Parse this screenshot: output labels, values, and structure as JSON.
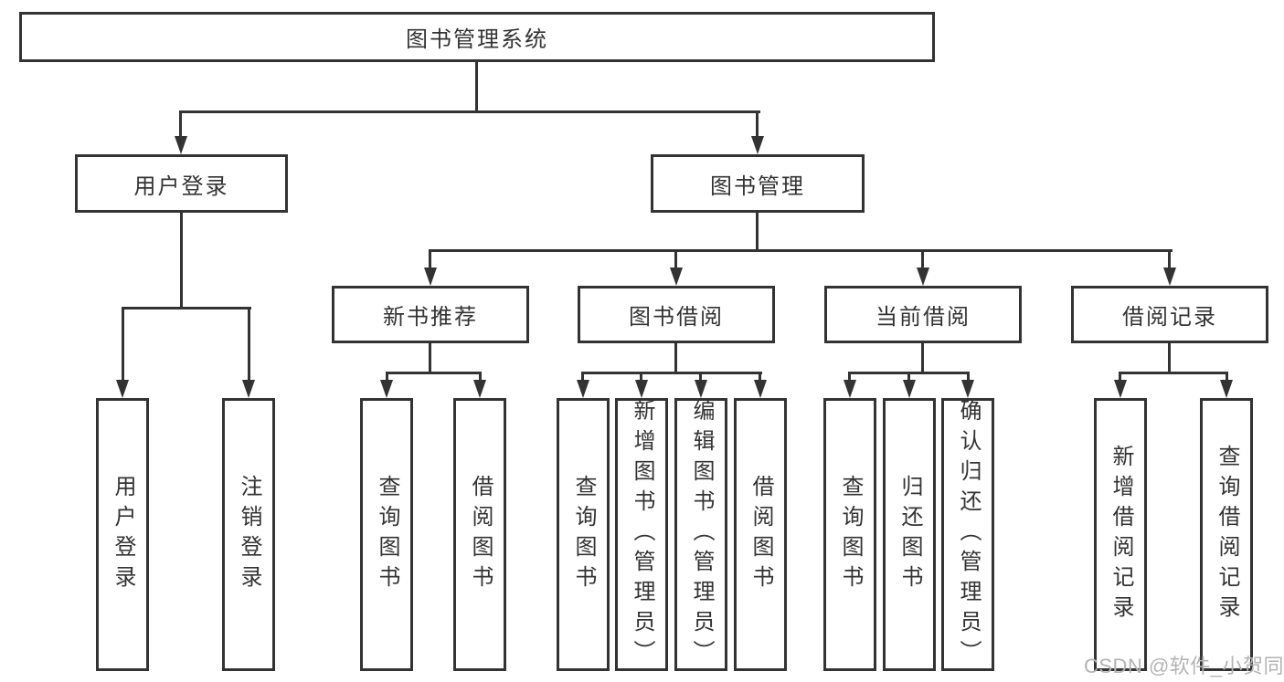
{
  "tree": {
    "root": "图书管理系统",
    "level2": [
      "用户登录",
      "图书管理"
    ],
    "level3": [
      "新书推荐",
      "图书借阅",
      "当前借阅",
      "借阅记录"
    ],
    "leaves": [
      "用户登录",
      "注销登录",
      "查询图书",
      "借阅图书",
      "查询图书",
      "新增图书（管理员）",
      "编辑图书（管理员）",
      "借阅图书",
      "查询图书",
      "归还图书",
      "确认归还（管理员）",
      "新增借阅记录",
      "查询借阅记录"
    ]
  },
  "watermark": "CSDN @软件_小贺同学",
  "colors": {
    "line": "#333333",
    "text": "#333333",
    "watermark": "#b3b3b3",
    "background": "#ffffff"
  }
}
